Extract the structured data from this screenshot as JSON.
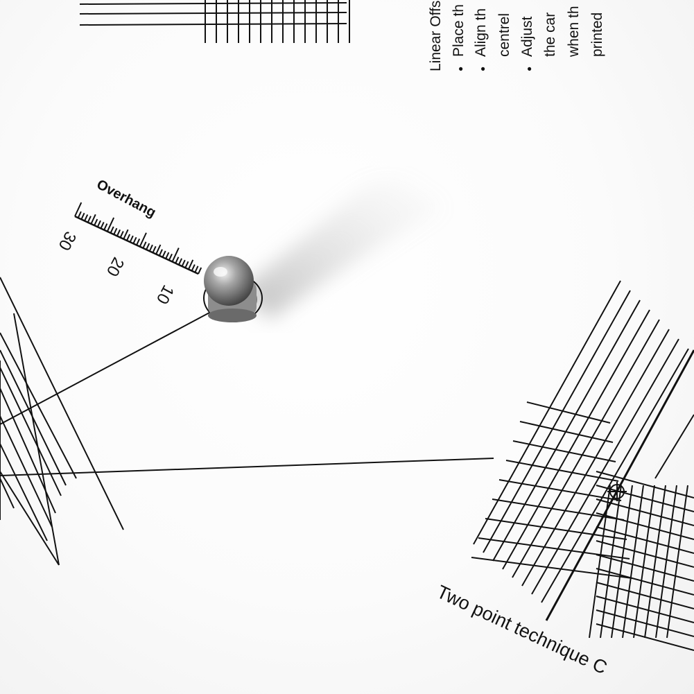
{
  "protractor": {
    "overhang_label": "Overhang",
    "scale_ticks": [
      "30",
      "20",
      "10"
    ],
    "instructions_title": "Linear Offs",
    "instruction_lines": [
      "Place th",
      "Align th",
      "centrel",
      "Adjust",
      "the car",
      "when th",
      "printed"
    ],
    "bottom_label": "Two point technique C",
    "bullet": "●"
  },
  "colors": {
    "ink": "#111111",
    "paper": "#ffffff",
    "shadow": "#b9b9b9",
    "spindle_steel": "#8a8a8a"
  },
  "icons": {
    "spindle": "spindle-icon",
    "crosshair": "crosshair-icon"
  }
}
